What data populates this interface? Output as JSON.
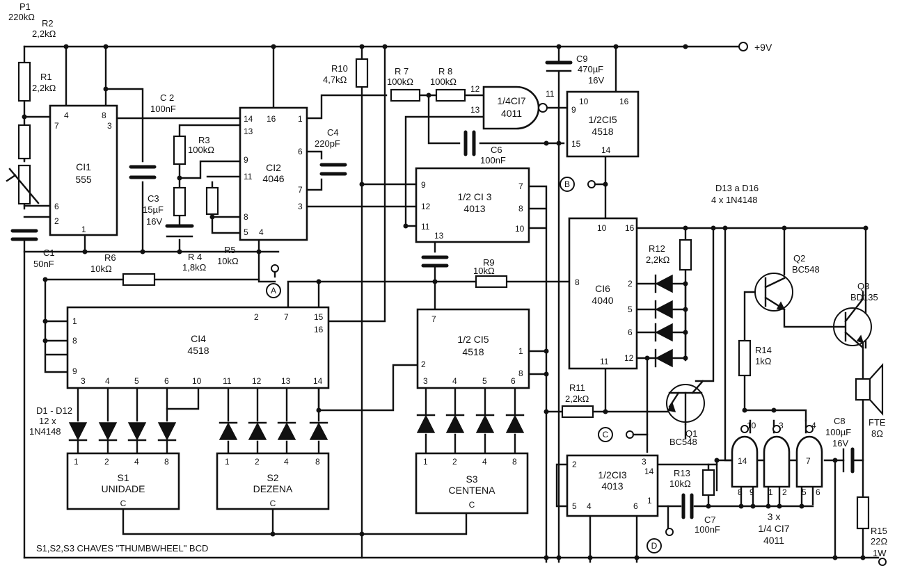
{
  "supply": "+9V",
  "note": "S1,S2,S3 CHAVES \"THUMBWHEEL\" BCD",
  "ic": {
    "ci1": {
      "name": "CI1",
      "type": "555"
    },
    "ci2": {
      "name": "CI2",
      "type": "4046"
    },
    "ci3a": {
      "name": "1/2 CI 3",
      "type": "4013"
    },
    "ci3b": {
      "name": "1/2CI3",
      "type": "4013"
    },
    "ci4": {
      "name": "CI4",
      "type": "4518"
    },
    "ci5a": {
      "name": "1/2CI5",
      "type": "4518"
    },
    "ci5b": {
      "name": "1/2 CI5",
      "type": "4518"
    },
    "ci6": {
      "name": "CI6",
      "type": "4040"
    },
    "ci7a": {
      "name": "1/4CI7",
      "type": "4011"
    },
    "ci7b": {
      "line1": "3 x",
      "line2": "1/4 CI7",
      "line3": "4011"
    }
  },
  "switches": {
    "s1": {
      "name": "S1",
      "label": "UNIDADE"
    },
    "s2": {
      "name": "S2",
      "label": "DEZENA"
    },
    "s3": {
      "name": "S3",
      "label": "CENTENA"
    },
    "common": "C"
  },
  "components": {
    "p1": {
      "ref": "P1",
      "value": "220kΩ"
    },
    "r1": {
      "ref": "R1",
      "value": "2,2kΩ"
    },
    "r2": {
      "ref": "R2",
      "value": "2,2kΩ"
    },
    "r3": {
      "ref": "R3",
      "value": "100kΩ"
    },
    "r4": {
      "ref": "R 4",
      "value": "1,8kΩ"
    },
    "r5": {
      "ref": "R5",
      "value": "10kΩ"
    },
    "r6": {
      "ref": "R6",
      "value": "10kΩ"
    },
    "r7": {
      "ref": "R 7",
      "value": "100kΩ"
    },
    "r8": {
      "ref": "R 8",
      "value": "100kΩ"
    },
    "r9": {
      "ref": "R9",
      "value": "10kΩ"
    },
    "r10": {
      "ref": "R10",
      "value": "4,7kΩ"
    },
    "r11": {
      "ref": "R11",
      "value": "2,2kΩ"
    },
    "r12": {
      "ref": "R12",
      "value": "2,2kΩ"
    },
    "r13": {
      "ref": "R13",
      "value": "10kΩ"
    },
    "r14": {
      "ref": "R14",
      "value": "1kΩ"
    },
    "r15": {
      "ref": "R15",
      "value": "22Ω",
      "power": "1W"
    },
    "c1": {
      "ref": "C1",
      "value": "50nF"
    },
    "c2": {
      "ref": "C 2",
      "value": "100nF"
    },
    "c3": {
      "ref": "C3",
      "value": "15µF",
      "voltage": "16V"
    },
    "c4": {
      "ref": "C4",
      "value": "220pF"
    },
    "c6": {
      "ref": "C6",
      "value": "100nF"
    },
    "c7": {
      "ref": "C7",
      "value": "100nF"
    },
    "c8": {
      "ref": "C8",
      "value": "100µF",
      "voltage": "16V"
    },
    "c9": {
      "ref": "C9",
      "value": "470µF",
      "voltage": "16V"
    },
    "q1": {
      "ref": "Q1",
      "type": "BC548"
    },
    "q2": {
      "ref": "Q2",
      "type": "BC548"
    },
    "q3": {
      "ref": "Q3",
      "type": "BD135"
    },
    "d13_16": {
      "ref": "D13 a D16",
      "type": "4 x 1N4148"
    },
    "d1_12": {
      "ref": "D1 - D12",
      "qty": "12 x",
      "type": "1N4148"
    },
    "speaker": {
      "ref": "FTE",
      "value": "8Ω"
    }
  },
  "test_points": [
    "A",
    "B",
    "C",
    "D"
  ]
}
